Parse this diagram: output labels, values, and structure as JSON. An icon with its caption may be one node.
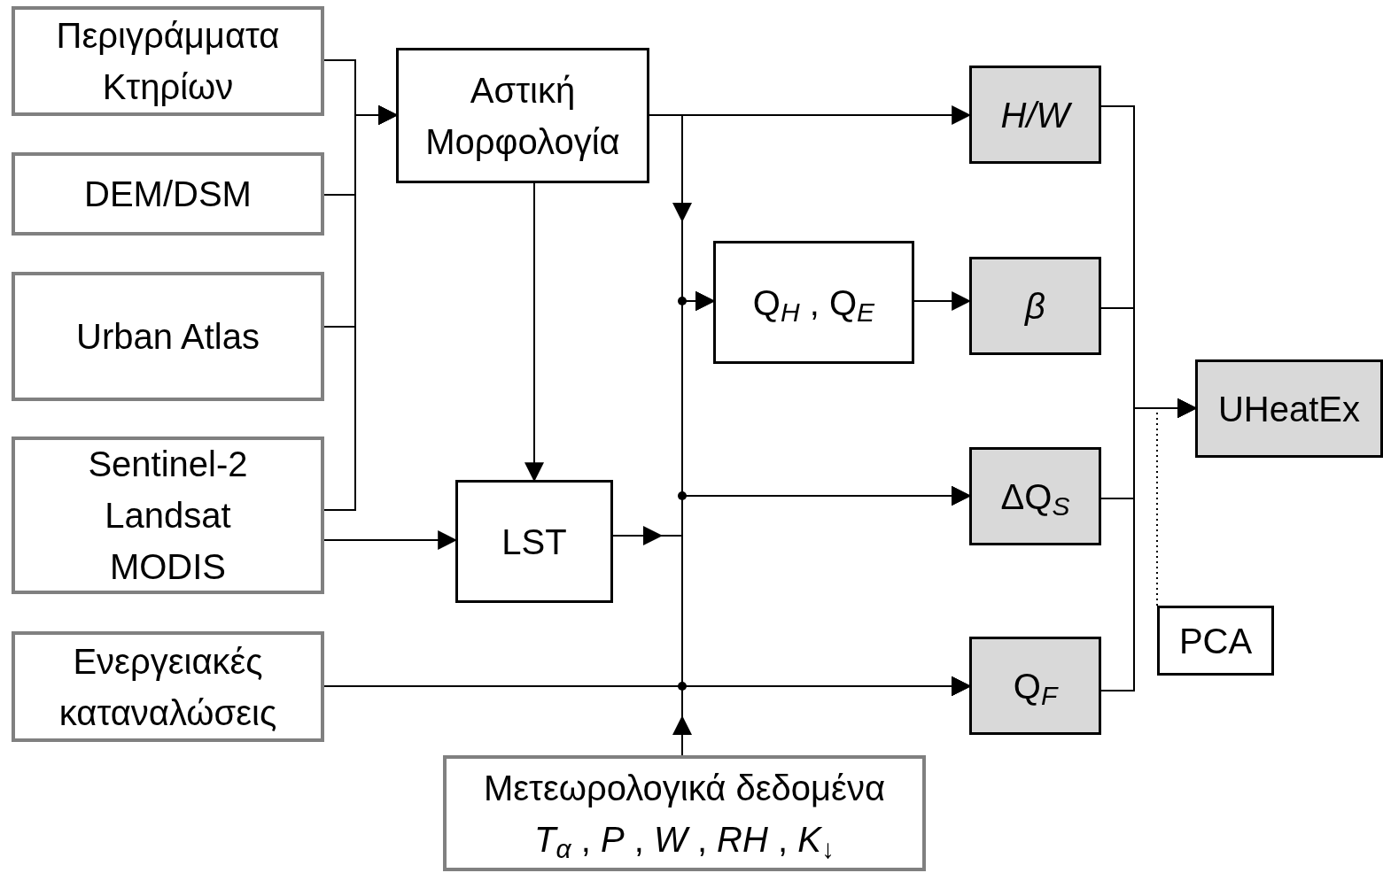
{
  "diagram": {
    "nodes": [
      {
        "text": [
          "Περιγράμματα Κτηρίων"
        ]
      },
      {
        "text": [
          "DEM/DSM"
        ]
      },
      {
        "text": [
          "Urban Atlas"
        ]
      },
      {
        "text": [
          "Sentinel-2 Landsat MODIS"
        ]
      },
      {
        "text": [
          "Ενεργειακές καταναλώσεις"
        ]
      },
      {
        "text": [
          "Αστική Μορφολογία"
        ]
      },
      {
        "text": [
          "LST"
        ]
      },
      {
        "text": [
          "Q$_{H}$ , Q$_{E}$"
        ]
      },
      {
        "text": [
          "H/W"
        ]
      },
      {
        "text": [
          "β"
        ]
      },
      {
        "text": [
          "ΔQ$_{S}$"
        ]
      },
      {
        "text": [
          "Q$_{F}$"
        ]
      },
      {
        "text": [
          "UHeatEx"
        ]
      },
      {
        "text": [
          "PCA"
        ]
      },
      {
        "text": [
          "Μετεωρολογικά δεδομένα",
          "*T*$_{α}$ , *P* , *W* , *RH* , *K*$_{↓}$"
        ]
      }
    ],
    "edges": [
      {
        "from": 0,
        "to": 5,
        "arrow": "to"
      },
      {
        "from": 1,
        "to": 5,
        "arrow": "to"
      },
      {
        "from": 2,
        "to": 5,
        "arrow": "to"
      },
      {
        "from": 3,
        "to": 5,
        "arrow": "to"
      },
      {
        "from": 3,
        "to": 6,
        "arrow": "to"
      },
      {
        "from": 5,
        "to": 6,
        "arrow": "to"
      },
      {
        "from": 5,
        "to": 8,
        "arrow": "to"
      },
      {
        "from": 5,
        "to": 7,
        "arrow": "to"
      },
      {
        "from": 5,
        "to": 10,
        "arrow": "to"
      },
      {
        "from": 5,
        "to": 11,
        "arrow": "to"
      },
      {
        "from": 6,
        "to": 7,
        "arrow": "to"
      },
      {
        "from": 6,
        "to": 10,
        "arrow": "to"
      },
      {
        "from": 6,
        "to": 11,
        "arrow": "to"
      },
      {
        "from": 14,
        "to": 7,
        "arrow": "to"
      },
      {
        "from": 14,
        "to": 10,
        "arrow": "to"
      },
      {
        "from": 14,
        "to": 11,
        "arrow": "to"
      },
      {
        "from": 4,
        "to": 11,
        "arrow": "to"
      },
      {
        "from": 7,
        "to": 9,
        "arrow": "to"
      },
      {
        "from": 8,
        "to": 12,
        "arrow": "to"
      },
      {
        "from": 9,
        "to": 12,
        "arrow": "to"
      },
      {
        "from": 10,
        "to": 12,
        "arrow": "to"
      },
      {
        "from": 11,
        "to": 12,
        "arrow": "to"
      },
      {
        "from": 13,
        "to": 12,
        "arrow": "none",
        "style": "dashed"
      }
    ]
  }
}
